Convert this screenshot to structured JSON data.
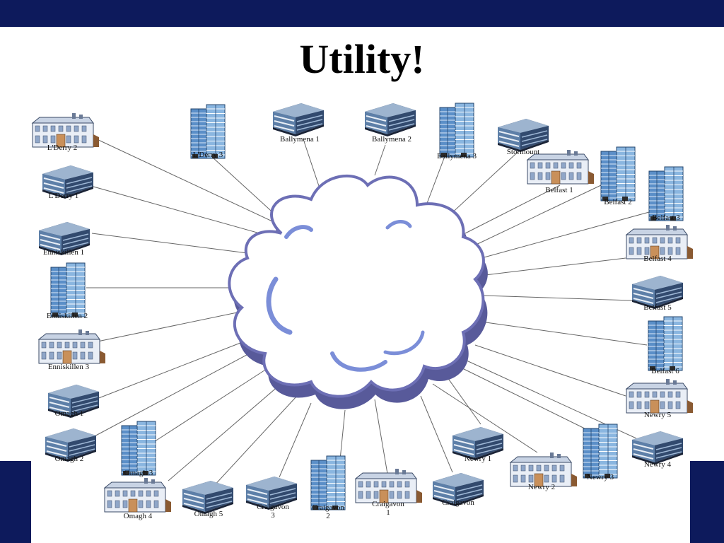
{
  "title": "Utility!",
  "colors": {
    "banner": "#0d1a5c",
    "cloud_fill": "#ffffff",
    "cloud_outline": "#6d6fb5",
    "cloud_shadow": "#585a9a",
    "cloud_inner_stroke": "#7b8ed8",
    "link_line": "#666666"
  },
  "cloud": {
    "name": "network-cloud"
  },
  "sites": [
    {
      "label": "L'Derry 2",
      "icon": "house-building-icon"
    },
    {
      "label": "L'Derry 1",
      "icon": "office-building-icon"
    },
    {
      "label": "Enniskillen 1",
      "icon": "office-building-icon"
    },
    {
      "label": "Enniskillen 2",
      "icon": "tower-building-icon"
    },
    {
      "label": "Enniskillen 3",
      "icon": "house-building-icon"
    },
    {
      "label": "Omagh 1",
      "icon": "office-building-icon"
    },
    {
      "label": "Omagh 2",
      "icon": "office-building-icon"
    },
    {
      "label": "Omagh 3",
      "icon": "tower-building-icon"
    },
    {
      "label": "Omagh 4",
      "icon": "house-building-icon"
    },
    {
      "label": "Omagh 5",
      "icon": "office-building-icon"
    },
    {
      "label": [
        "Craigavon",
        "3"
      ],
      "icon": "office-building-icon"
    },
    {
      "label": [
        "Craigavon",
        "2"
      ],
      "icon": "tower-building-icon"
    },
    {
      "label": [
        "Craigavon",
        "1"
      ],
      "icon": "house-building-icon"
    },
    {
      "label": "Craigavon",
      "icon": "office-building-icon"
    },
    {
      "label": "Newry 2",
      "icon": "house-building-icon"
    },
    {
      "label": "Newry 1",
      "icon": "office-building-icon"
    },
    {
      "label": "Newry 3",
      "icon": "tower-building-icon"
    },
    {
      "label": "Newry 4",
      "icon": "office-building-icon"
    },
    {
      "label": "Newry 5",
      "icon": "house-building-icon"
    },
    {
      "label": "Belfast 6",
      "icon": "tower-building-icon"
    },
    {
      "label": "Belfast 5",
      "icon": "office-building-icon"
    },
    {
      "label": "Belfast 4",
      "icon": "house-building-icon"
    },
    {
      "label": "Belfast 3",
      "icon": "tower-building-icon"
    },
    {
      "label": "Belfast 2",
      "icon": "tower-building-icon"
    },
    {
      "label": "Belfast 1",
      "icon": "house-building-icon"
    },
    {
      "label": "Stormount",
      "icon": "office-building-icon"
    },
    {
      "label": "Ballymena 3",
      "icon": "tower-building-icon"
    },
    {
      "label": "Ballymena 2",
      "icon": "office-building-icon"
    },
    {
      "label": "Ballymena 1",
      "icon": "office-building-icon"
    },
    {
      "label": "L'Derry 3",
      "icon": "tower-building-icon"
    }
  ]
}
